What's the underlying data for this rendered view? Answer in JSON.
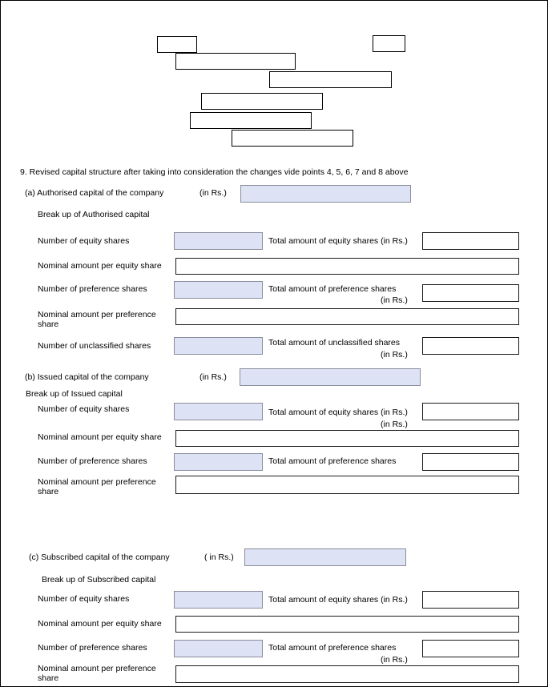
{
  "top_boxes": [
    {
      "name": "top-box-1",
      "value": ""
    },
    {
      "name": "top-box-2",
      "value": ""
    },
    {
      "name": "top-box-3",
      "value": ""
    },
    {
      "name": "top-box-4",
      "value": ""
    },
    {
      "name": "top-box-5",
      "value": ""
    },
    {
      "name": "top-box-6",
      "value": ""
    },
    {
      "name": "top-box-7",
      "value": ""
    }
  ],
  "item9": {
    "heading": "9. Revised capital structure after taking into consideration the changes vide points 4, 5, 6, 7  and 8 above"
  },
  "authorised": {
    "title": "(a) Authorised capital of the company",
    "currency_label": "(in Rs.)",
    "total_value": "",
    "breakup_label": "Break up of Authorised capital",
    "rows": {
      "equity_count_label": "Number of equity shares",
      "equity_count_value": "",
      "equity_total_label": "Total amount of equity shares  (in Rs.)",
      "equity_total_value": "",
      "equity_nominal_label": "Nominal amount per equity share",
      "equity_nominal_value": "",
      "pref_count_label": "Number of preference shares",
      "pref_count_value": "",
      "pref_total_label": "Total amount of preference shares",
      "pref_total_label2": "(in Rs.)",
      "pref_total_value": "",
      "pref_nominal_label": "Nominal amount per preference share",
      "pref_nominal_value": "",
      "unclassified_count_label": "Number of unclassified shares",
      "unclassified_count_value": "",
      "unclassified_total_label": "Total amount of unclassified shares",
      "unclassified_total_label2": "(in Rs.)",
      "unclassified_total_value": ""
    }
  },
  "issued": {
    "title": "(b) Issued capital of the company",
    "currency_label": "(in Rs.)",
    "total_value": "",
    "breakup_label": "Break up of Issued capital",
    "rows": {
      "equity_count_label": "Number of equity shares",
      "equity_count_value": "",
      "equity_total_label": "Total amount of equity shares (in Rs.)",
      "equity_total_label2": "(in Rs.)",
      "equity_total_value": "",
      "equity_nominal_label": "Nominal amount per equity share",
      "equity_nominal_value": "",
      "pref_count_label": "Number of preference shares",
      "pref_count_value": "",
      "pref_total_label": "Total amount of preference shares",
      "pref_total_value": "",
      "pref_nominal_label": "Nominal amount per preference share",
      "pref_nominal_value": ""
    }
  },
  "subscribed": {
    "title": "(c) Subscribed capital of the company",
    "currency_label": "( in Rs.)",
    "total_value": "",
    "breakup_label": "Break up of Subscribed capital",
    "rows": {
      "equity_count_label": "Number of equity shares",
      "equity_count_value": "",
      "equity_total_label": "Total amount of equity shares (in Rs.)",
      "equity_total_value": "",
      "equity_nominal_label": "Nominal amount per equity share",
      "equity_nominal_value": "",
      "pref_count_label": "Number of preference shares",
      "pref_count_value": "",
      "pref_total_label": "Total amount of preference shares",
      "pref_total_label2": "(in Rs.)",
      "pref_total_value": "",
      "pref_nominal_label": "Nominal amount per preference share",
      "pref_nominal_value": ""
    }
  },
  "colors": {
    "field_fill": "#dde2f5",
    "field_border": "#8a8d9c",
    "box_border": "#000000",
    "page_bg": "#ffffff"
  }
}
